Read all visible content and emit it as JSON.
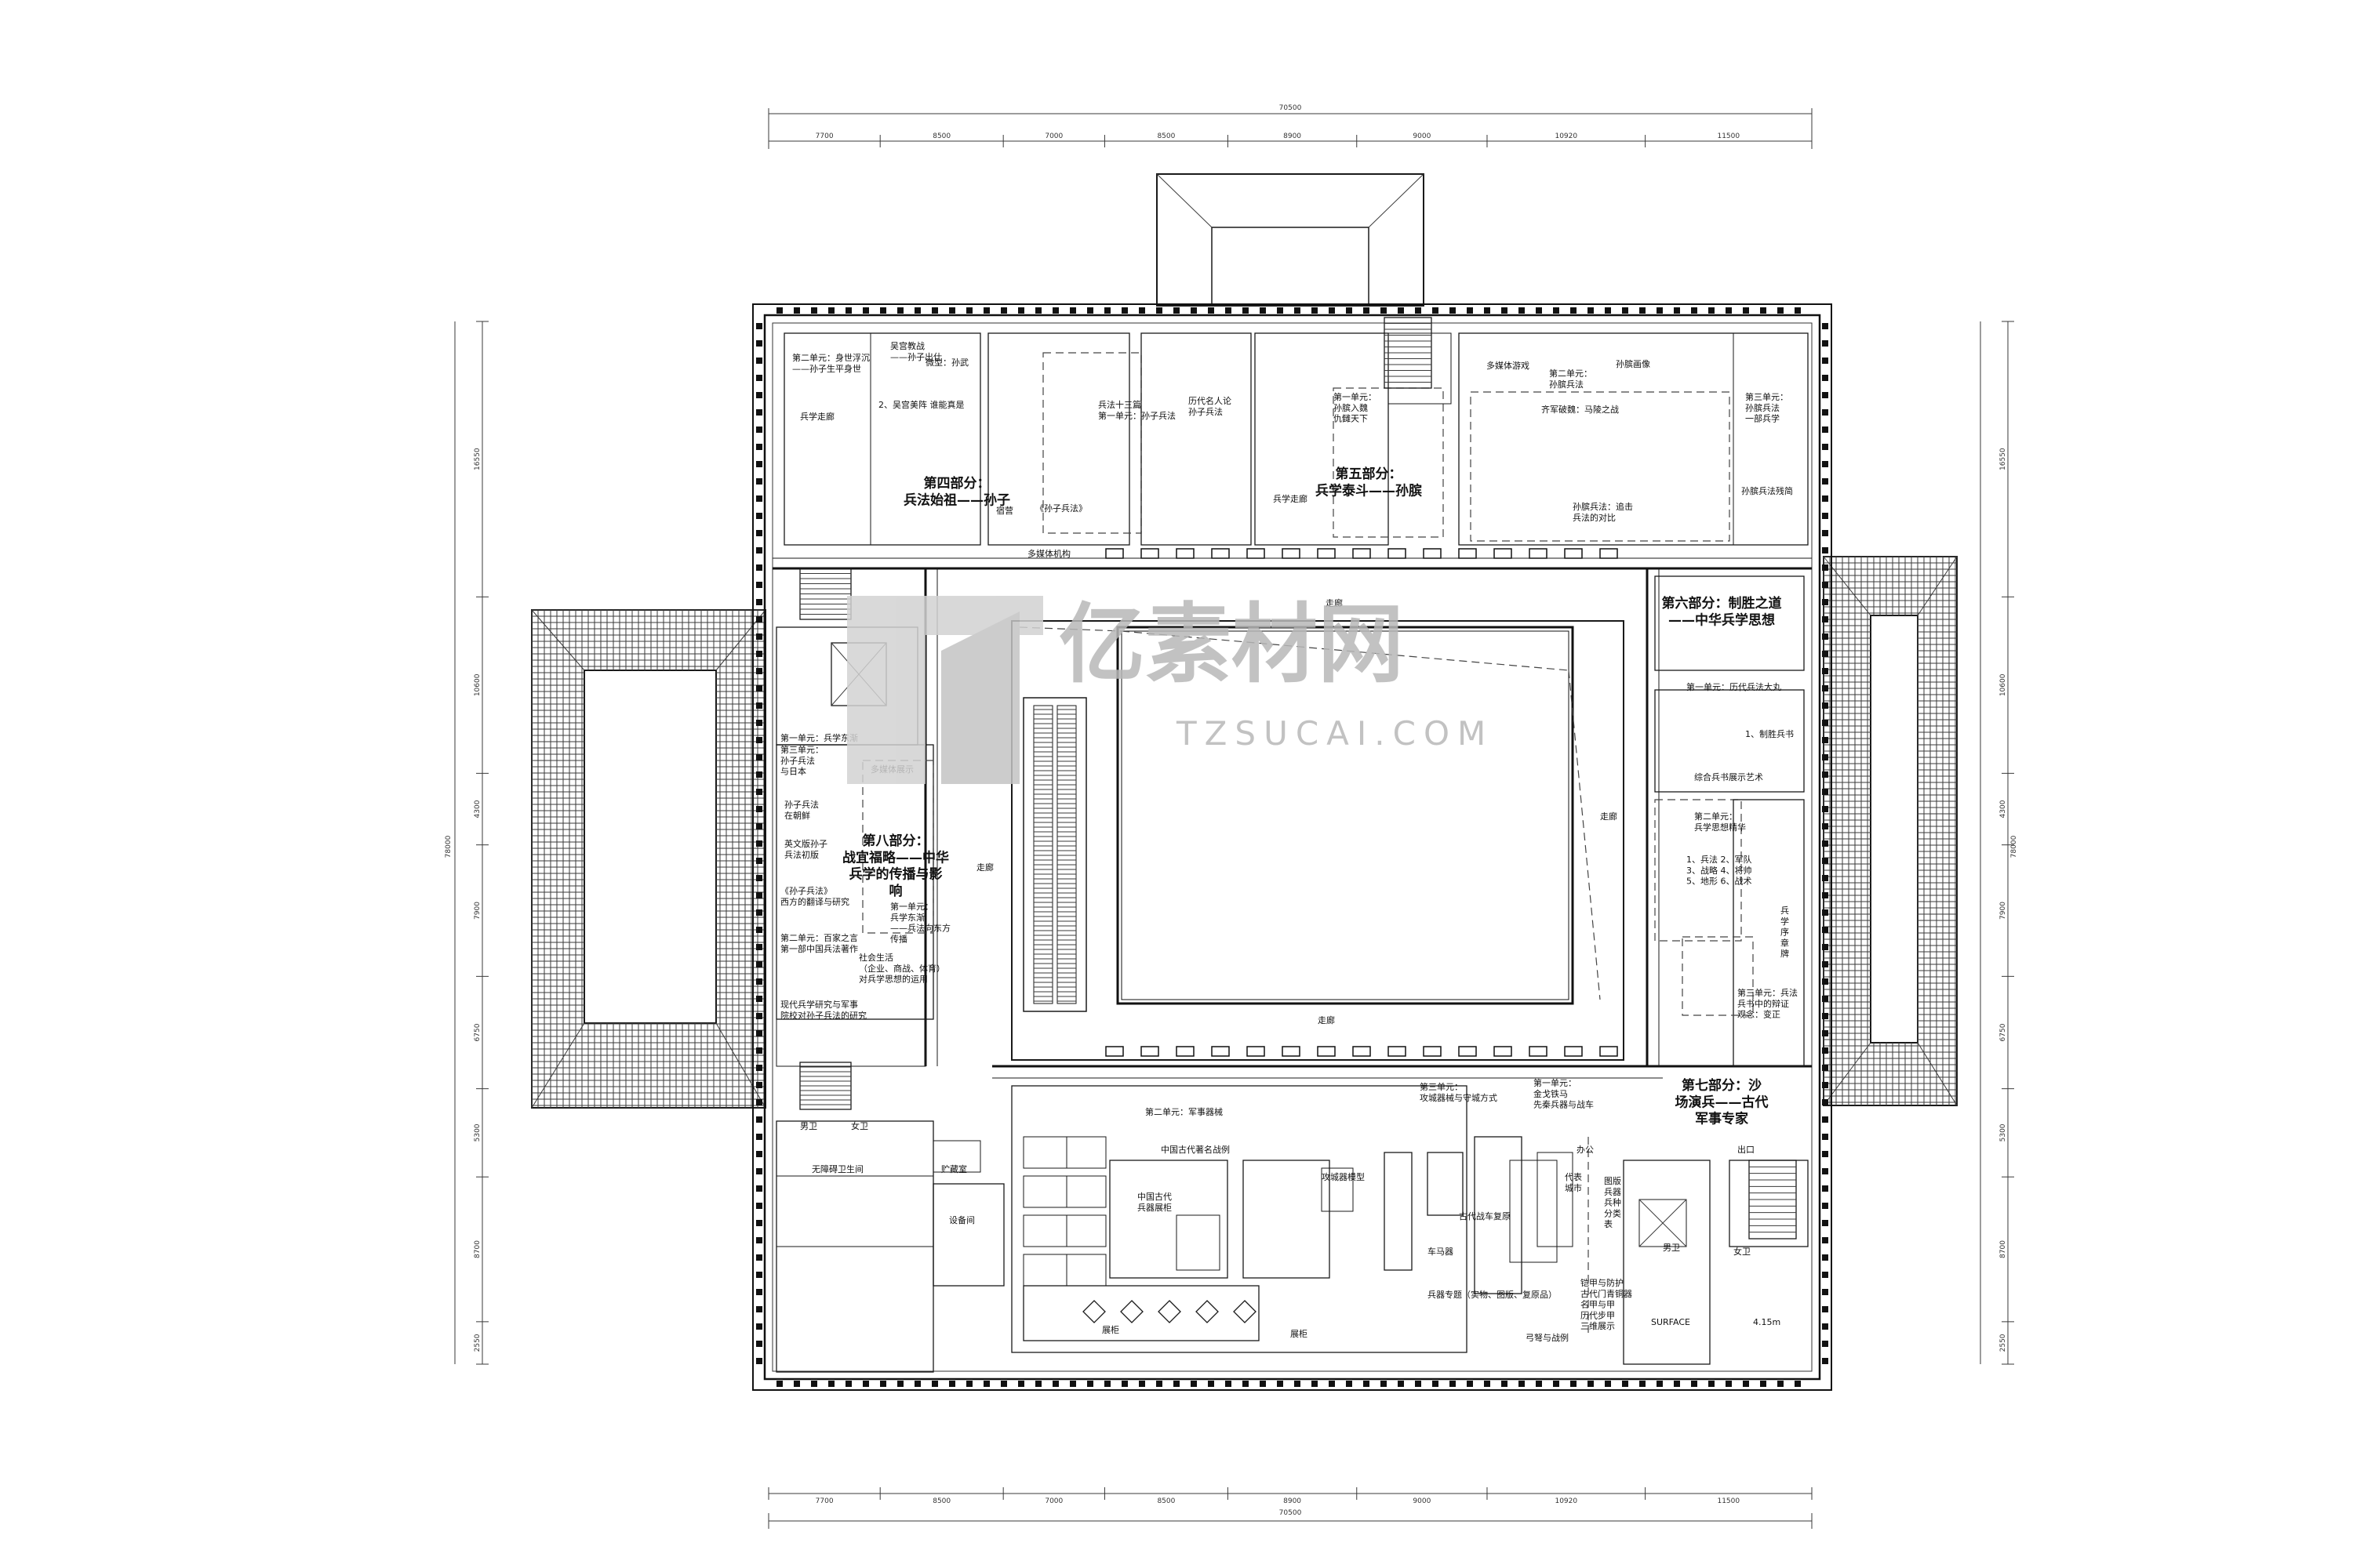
{
  "dimensions": {
    "top_total": "70500",
    "top_segments": [
      "7700",
      "8500",
      "7000",
      "8500",
      "8900",
      "9000",
      "10920",
      "11500"
    ],
    "bottom_total": "70500",
    "bottom_segments": [
      "7700",
      "8500",
      "7000",
      "8500",
      "8900",
      "9000",
      "10920",
      "11500"
    ],
    "left_total": "78000",
    "left_segments": [
      "16550",
      "10600",
      "4300",
      "7900",
      "6750",
      "5300",
      "8700",
      "2550"
    ],
    "right_total": "78000",
    "right_segments": [
      "16550",
      "10600",
      "4300",
      "7900",
      "6750",
      "5300",
      "8700",
      "2550"
    ]
  },
  "sections": {
    "part4": "第四部分：\n兵法始祖——孙子",
    "part5": "第五部分：\n兵学泰斗——孙膑",
    "part6": "第六部分：制胜之道\n——中华兵学思想",
    "part7": "第七部分：沙\n场演兵——古代\n军事专家",
    "part8": "第八部分：\n战宜福略——中华\n兵学的传播与影\n响"
  },
  "labels": {
    "corridor_top": "走廊",
    "corridor_bottom": "走廊",
    "corridor_left": "走廊",
    "corridor_right": "走廊",
    "hall_top": "兵学走廊",
    "t_sunzi_1": "第二单元：身世浮沉\n——孙子生平身世",
    "t_sunzi_2": "吴宫教战\n——孙子出仕",
    "t_sunzi_3": "2、吴宫美阵 谁能真是",
    "t_sunzi_4": "历代名人论\n孙子兵法",
    "t_sunzi_5": "兵法十三篇\n第一单元：孙子兵法",
    "t_sunzi_6": "《孙子兵法》",
    "t_sunzi_7": "多媒体机构",
    "t_sunzi_8": "宿营",
    "t_sunzi_9": "微型：孙武",
    "t_sunzi_10": "兵学走廊",
    "t_bin_1": "第一单元：\n孙膑入魏\n仇雠天下",
    "t_bin_2": "多媒体游戏",
    "t_bin_3": "第二单元：\n孙膑兵法",
    "t_bin_4": "孙膑画像",
    "t_bin_5": "齐军破魏：马陵之战",
    "t_bin_6": "孙膑兵法：追击\n兵法的对比",
    "t_bin_7": "孙膑兵法残简",
    "t_bin_8": "第三单元：\n孙膑兵法\n一部兵学",
    "t_six_1": "第一单元：历代兵法大丸",
    "t_six_2": "1、制胜兵书",
    "t_six_3": "综合兵书展示艺术",
    "t_six_4": "第二单元：\n兵学思想精华",
    "t_six_5": "1、兵法  2、军队\n3、战略  4、将帅\n5、地形  6、战术",
    "t_six_6": "兵\n学\n序\n章\n牌",
    "t_six_7": "第三单元：兵法\n兵书中的辩证\n观念：变正",
    "t_sev_1": "第一单元：\n金戈铁马\n先秦兵器与战车",
    "t_sev_2": "第三单元：\n攻城器械与守城方式",
    "t_sev_3": "中国古代著名战例",
    "t_sev_4": "第二单元：军事器械",
    "t_sev_5": "古代战车复原",
    "t_sev_6": "攻城器模型",
    "t_sev_7": "车马器",
    "t_sev_8": "兵器专题（实物、图版、复原品）",
    "t_sev_9": "弓弩与战例",
    "t_sev_10": "展柜",
    "t_sev_11": "展柜",
    "t_sev_12": "代表\n城市",
    "t_sev_13": "图版\n兵器\n兵种\n分类\n表",
    "t_sev_14": "铠甲与防护\n古代门青铜器\n名甲与甲\n历代步甲\n三维展示",
    "t_sev_15": "中国古代\n兵器展柜",
    "t_eight_1": "第三单元：\n孙子兵法\n与日本",
    "t_eight_2": "孙子兵法\n在朝鲜",
    "t_eight_3": "英文版孙子\n兵法初版",
    "t_eight_4": "《孙子兵法》\n西方的翻译与研究",
    "t_eight_5": "第二单元：百家之言\n第一部中国兵法著作",
    "t_eight_6": "第一单元：\n兵学东渐\n——兵法向东方\n传播",
    "t_eight_7": "社会生活\n（企业、商战、体育）\n对兵学思想的运用",
    "t_eight_8": "现代兵学研究与军事\n院校对孙子兵法的研究",
    "t_eight_9": "多媒体展示",
    "t_eight_10": "第一单元：兵学东渐",
    "t_misc_1": "男卫",
    "t_misc_2": "女卫",
    "t_misc_3": "男卫",
    "t_misc_4": "女卫",
    "t_misc_5": "无障碍卫生间",
    "t_misc_6": "贮藏室",
    "t_misc_7": "设备间",
    "t_misc_8": "出口",
    "t_misc_9": "办公",
    "t_misc_10": "4.15m",
    "t_misc_11": "SURFACE"
  },
  "watermark": {
    "cn": "亿素材网",
    "en": "TZSUCAI.COM"
  },
  "colors": {
    "line": "#1a1a1a",
    "background": "#ffffff",
    "watermark": "#b8b8b8"
  }
}
